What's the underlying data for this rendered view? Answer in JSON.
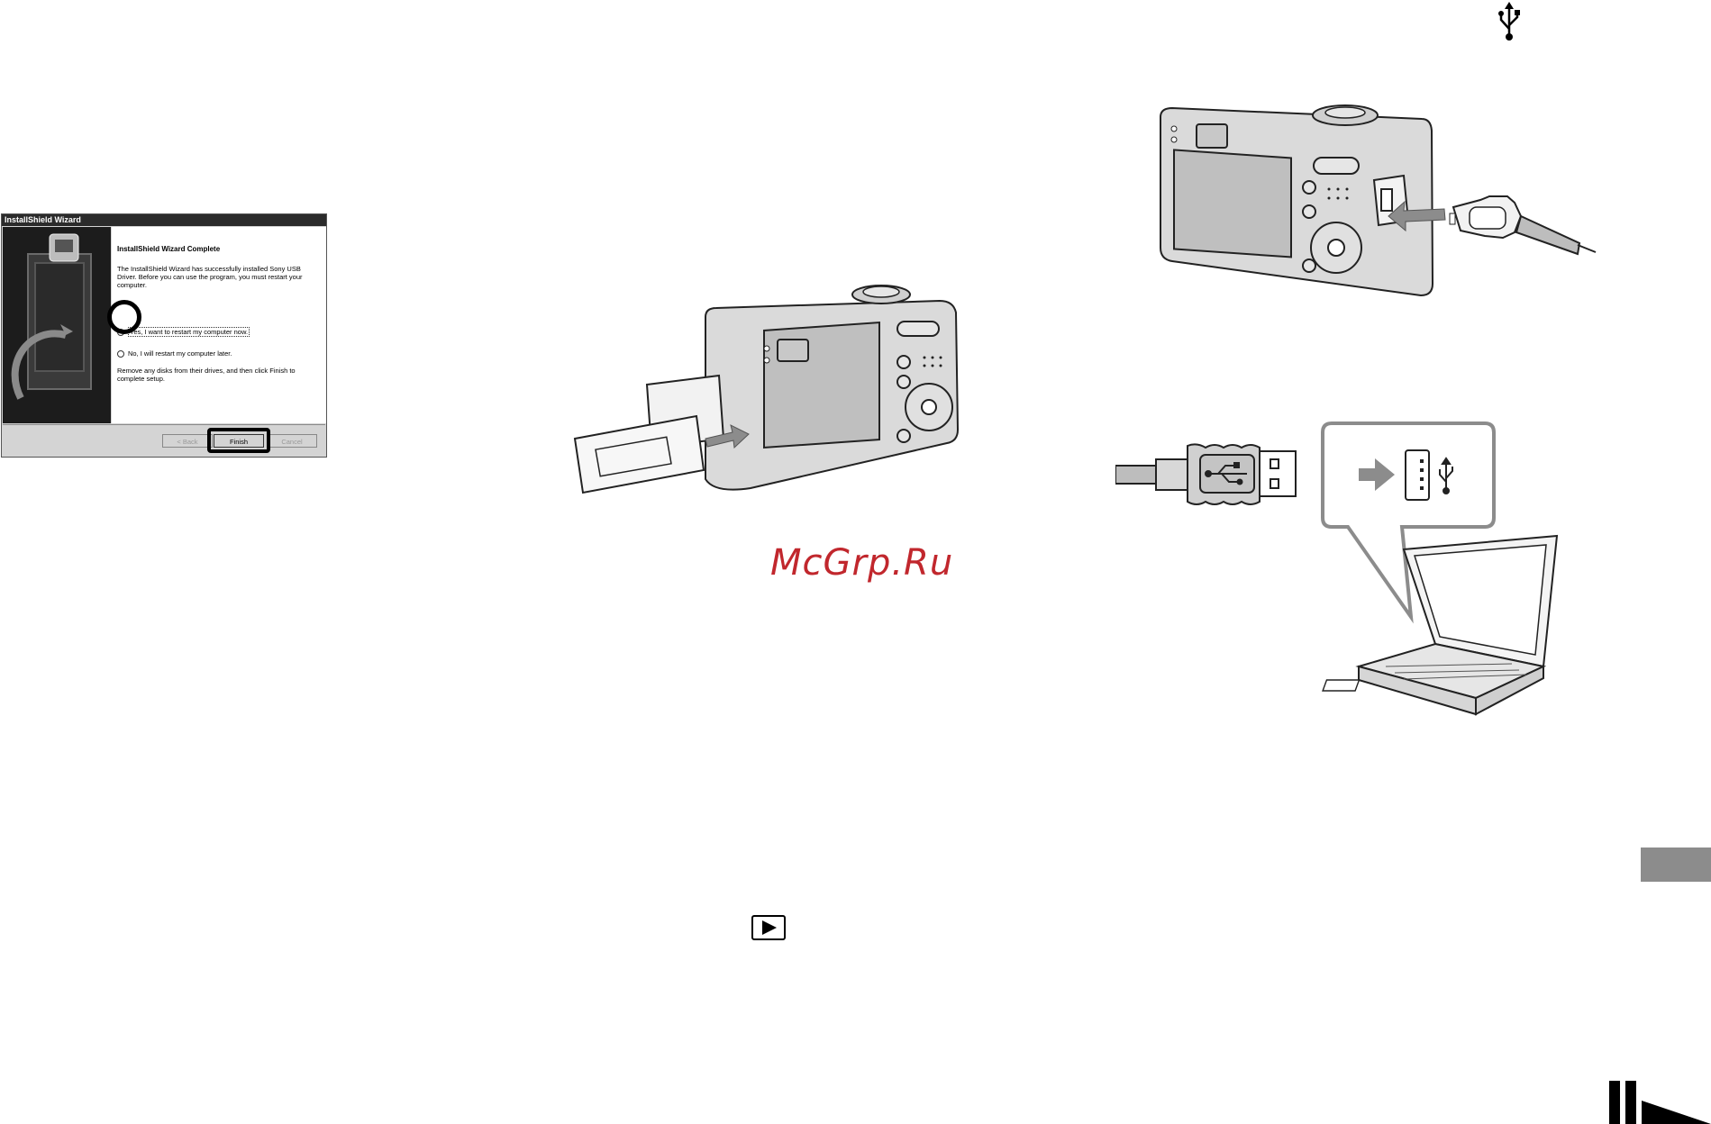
{
  "dialog": {
    "title": "InstallShield Wizard",
    "heading": "InstallShield Wizard Complete",
    "message": "The InstallShield Wizard has successfully installed Sony USB Driver. Before you can use the program, you must restart your computer.",
    "option_restart_now": "Yes, I want to restart my computer now.",
    "option_restart_later": "No, I will restart my computer later.",
    "instructions": "Remove any disks from their drives, and then click Finish to complete setup.",
    "buttons": {
      "back": "< Back",
      "finish": "Finish",
      "cancel": "Cancel"
    },
    "selected_option": "restart_now"
  },
  "watermark": "McGrp.Ru",
  "colors": {
    "watermark": "#c1272d",
    "side_tab": "#8c8c8c",
    "dialog_titlebar": "#2b2b2b",
    "dialog_side_panel": "#1c1c1c",
    "illustration_gray": "#c8c8c8"
  },
  "icons": {
    "usb": "usb-trident-icon",
    "play": "play-triangle-icon",
    "continue": "next-page-marker-icon"
  }
}
